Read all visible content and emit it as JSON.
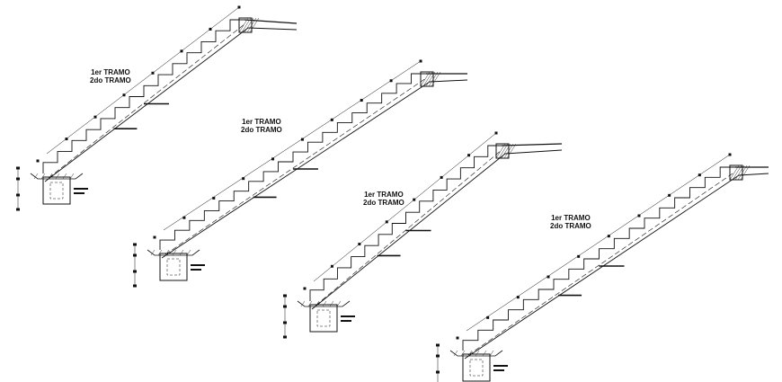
{
  "sections": [
    {
      "label_top": "1er TRAMO",
      "label_bottom": "2do TRAMO"
    },
    {
      "label_top": "1er TRAMO",
      "label_bottom": "2do TRAMO"
    },
    {
      "label_top": "1er TRAMO",
      "label_bottom": "2do TRAMO"
    },
    {
      "label_top": "1er TRAMO",
      "label_bottom": "2do TRAMO"
    }
  ],
  "colors": {
    "line": "#111111",
    "hatch": "#333333",
    "background": "#ffffff"
  }
}
